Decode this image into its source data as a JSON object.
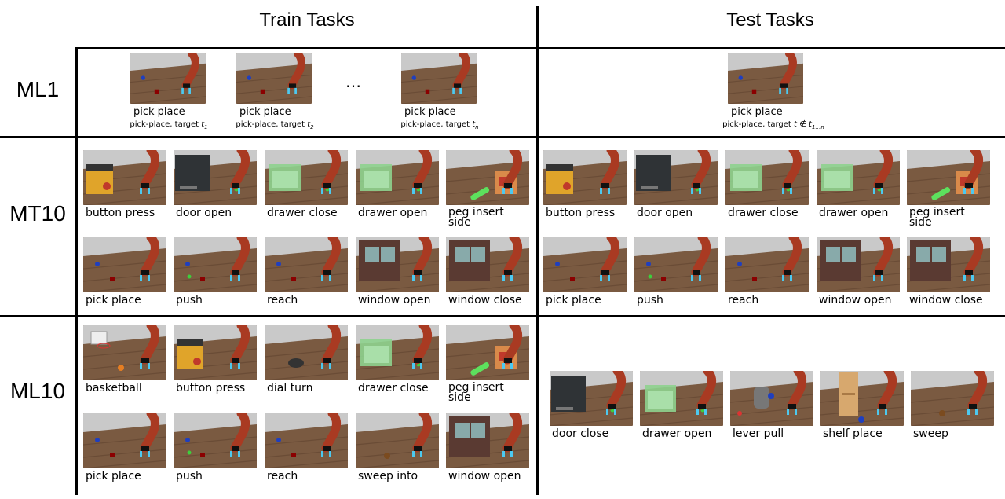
{
  "headers": {
    "train": "Train Tasks",
    "test": "Test Tasks"
  },
  "rows": {
    "ml1": "ML1",
    "mt10": "MT10",
    "ml10": "ML10"
  },
  "ml1": {
    "ellipsis": "…",
    "train": [
      {
        "label": "pick place",
        "caption": "pick-place, target ",
        "target": "t",
        "sub": "1"
      },
      {
        "label": "pick place",
        "caption": "pick-place, target ",
        "target": "t",
        "sub": "2"
      },
      {
        "label": "pick place",
        "caption": "pick-place, target ",
        "target": "t",
        "sub": "n"
      }
    ],
    "test": {
      "label": "pick place",
      "caption": "pick-place, target ",
      "target": "t ∉ t",
      "sub": "1…n"
    }
  },
  "mt10": {
    "train": [
      "button press",
      "door open",
      "drawer close",
      "drawer open",
      "peg insert side",
      "pick place",
      "push",
      "reach",
      "window open",
      "window close"
    ],
    "test": [
      "button press",
      "door open",
      "drawer close",
      "drawer open",
      "peg insert side",
      "pick place",
      "push",
      "reach",
      "window open",
      "window close"
    ]
  },
  "ml10": {
    "train": [
      "basketball",
      "button press",
      "dial turn",
      "drawer close",
      "peg insert side",
      "pick place",
      "push",
      "reach",
      "sweep into",
      "window open"
    ],
    "test": [
      "door close",
      "drawer open",
      "lever pull",
      "shelf place",
      "sweep"
    ]
  },
  "colors": {
    "floor": "#7a5a41",
    "wall": "#c9c9c9",
    "robot": "#a93a22",
    "gripper": "#4cc9f0"
  }
}
